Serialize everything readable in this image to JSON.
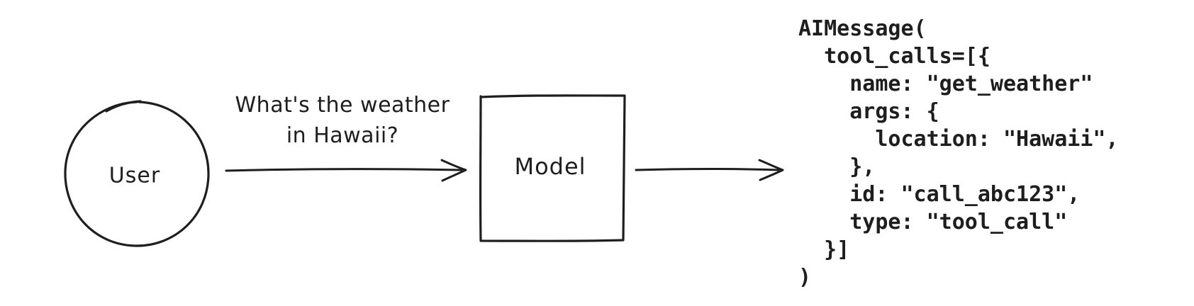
{
  "diagram": {
    "user_node": {
      "label": "User",
      "shape": "circle"
    },
    "request_label": "What's the weather\nin Hawaii?",
    "model_node": {
      "label": "Model",
      "shape": "rectangle"
    },
    "output_code": "AIMessage(\n  tool_calls=[{\n    name: \"get_weather\"\n    args: {\n      location: \"Hawaii\",\n    },\n    id: \"call_abc123\",\n    type: \"tool_call\"\n  }]\n)",
    "colors": {
      "ink": "#1e1e1e",
      "background": "#ffffff"
    }
  }
}
